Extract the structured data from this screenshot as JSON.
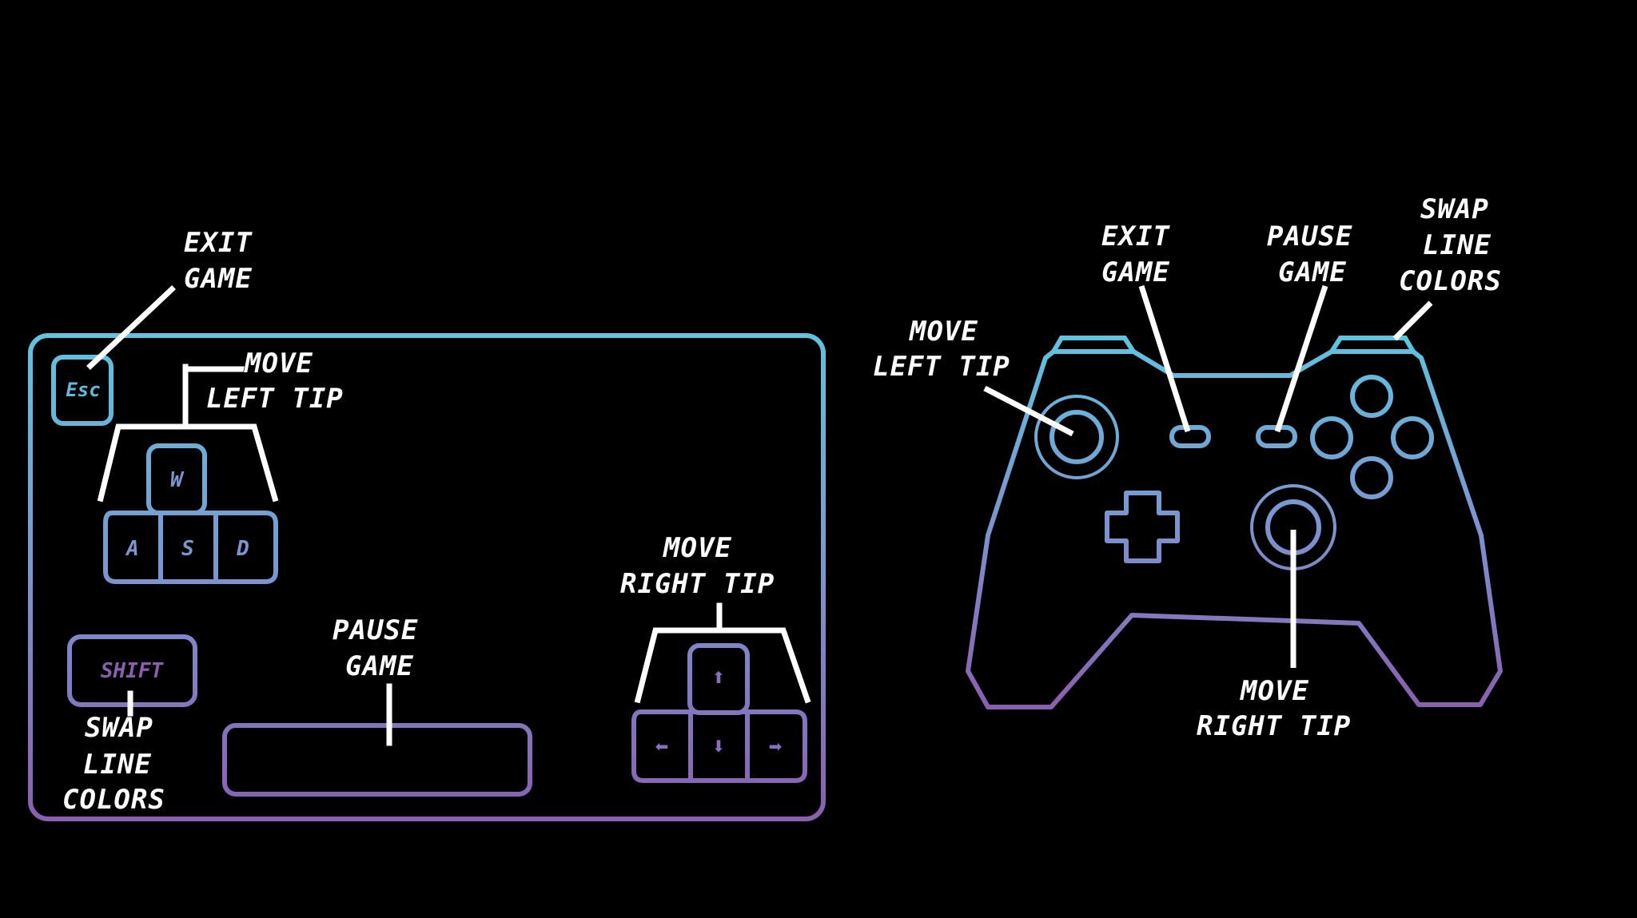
{
  "keyboard": {
    "keys": {
      "esc": "Esc",
      "w": "W",
      "a": "A",
      "s": "S",
      "d": "D",
      "shift": "SHIFT",
      "arrow_up": "⬆",
      "arrow_down": "⬇",
      "arrow_left": "⬅",
      "arrow_right": "➡"
    },
    "labels": {
      "exit": [
        "EXIT",
        "GAME"
      ],
      "move_left": [
        "MOVE",
        "LEFT TIP"
      ],
      "pause": [
        "PAUSE",
        "GAME"
      ],
      "move_right": [
        "MOVE",
        "RIGHT TIP"
      ],
      "swap": [
        "SWAP",
        "LINE",
        "COLORS"
      ]
    }
  },
  "controller": {
    "labels": {
      "exit": [
        "EXIT",
        "GAME"
      ],
      "pause": [
        "PAUSE",
        "GAME"
      ],
      "swap": [
        "SWAP",
        "LINE",
        "COLORS"
      ],
      "move_left": [
        "MOVE",
        "LEFT TIP"
      ],
      "move_right": [
        "MOVE",
        "RIGHT TIP"
      ]
    }
  },
  "colors": {
    "gradient_top": "#5ec4e0",
    "gradient_mid": "#7b95d0",
    "gradient_bottom": "#8a5fb0",
    "background": "#000000",
    "label": "#ffffff"
  }
}
